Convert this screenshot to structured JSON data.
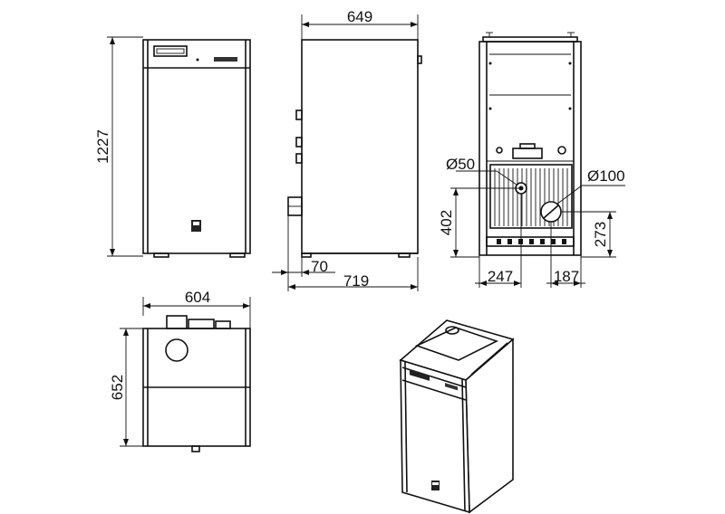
{
  "dimensions": {
    "height": "1227",
    "depth_total": "649",
    "depth_base": "719",
    "offset": "70",
    "width_top": "604",
    "depth_top": "652",
    "flue_height": "402",
    "outlet_height": "273",
    "flue_offset": "247",
    "outlet_offset": "187",
    "flue_diameter": "Ø50",
    "outlet_diameter": "Ø100"
  }
}
